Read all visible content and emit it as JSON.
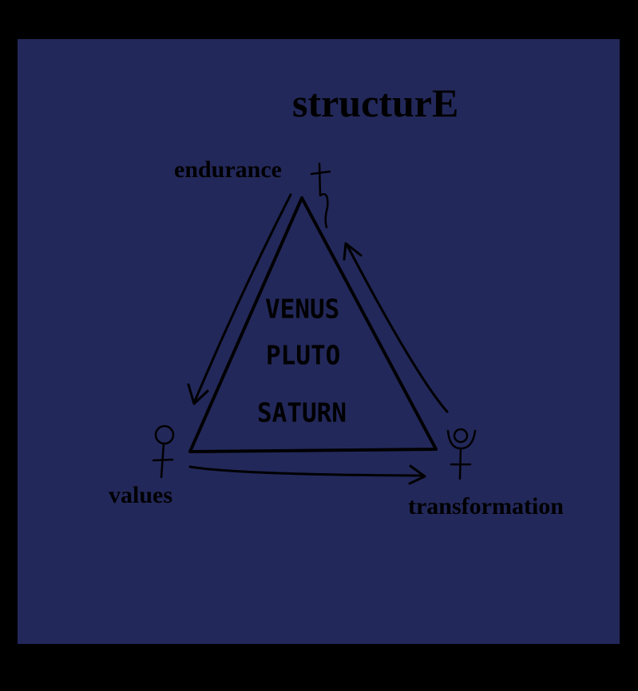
{
  "title": "structurE",
  "vertices": {
    "top": "endurance",
    "left": "values",
    "right": "transformation"
  },
  "center_planets": [
    "VENUS",
    "PLUTO",
    "SATURN"
  ],
  "symbols": {
    "top": "saturn-symbol",
    "left": "venus-symbol",
    "right": "pluto-symbol"
  },
  "colors": {
    "background": "#23285a",
    "frame": "#000000",
    "ink": "#000000"
  }
}
